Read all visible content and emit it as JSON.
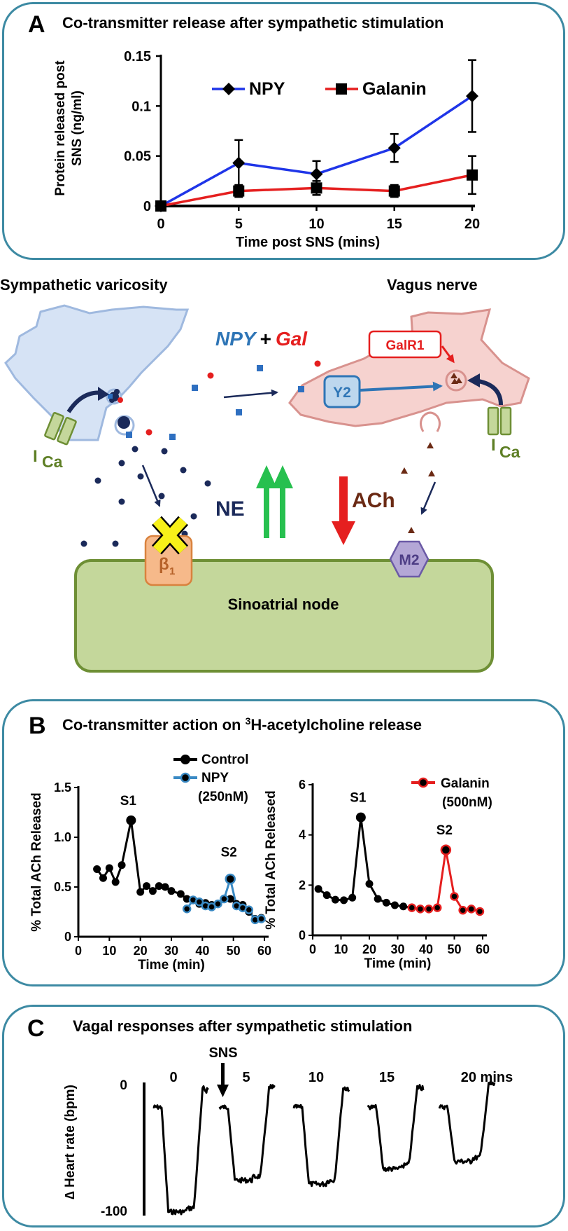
{
  "colors": {
    "panel_border": "#3d8aa3",
    "npy": "#1f35e8",
    "galanin": "#e51f1f",
    "control": "#000000",
    "npy_marker_outline": "#3a8ac4",
    "galanin_marker_outline": "#e51f1f",
    "sympathetic_fill": "#d6e3f5",
    "sympathetic_edge": "#9fb9df",
    "vagus_fill": "#f6d2cf",
    "vagus_edge": "#d8928e",
    "sa_node_fill": "#c4d79b",
    "sa_node_edge": "#6e8f35",
    "ne_dot": "#1b2a5a",
    "npy_square": "#2e6fc0",
    "gal_dot": "#e51f1f",
    "green_arrow": "#27c04f",
    "red_arrow": "#e51f1f",
    "ach_triangle": "#6b2a14",
    "beta1_fill": "#f6b98a",
    "beta1_edge": "#d9823e",
    "m2_fill": "#b4a7d6",
    "m2_edge": "#6b5aa6",
    "y2_fill": "#bdd7ee",
    "y2_edge": "#2e75b6",
    "yellow_x": "#f7f019"
  },
  "panel_a": {
    "letter": "A",
    "title": "Co-transmitter release after sympathetic stimulation",
    "chart_data": {
      "type": "line",
      "x": [
        0,
        5,
        10,
        15,
        20
      ],
      "series": [
        {
          "name": "NPY",
          "values": [
            0,
            0.043,
            0.032,
            0.058,
            0.11
          ],
          "errors": [
            0,
            0.023,
            0.013,
            0.014,
            0.036
          ],
          "marker": "diamond"
        },
        {
          "name": "Galanin",
          "values": [
            0,
            0.015,
            0.018,
            0.015,
            0.031
          ],
          "errors": [
            0,
            0.006,
            0.007,
            0.006,
            0.019
          ],
          "marker": "square"
        }
      ],
      "xlabel": "Time post SNS (mins)",
      "ylabel": "Protein released post SNS (ng/ml)",
      "ylabel_lines": [
        "Protein released post",
        "SNS (ng/ml)"
      ],
      "xticks": [
        "0",
        "5",
        "10",
        "15",
        "20"
      ],
      "yticks": [
        "0",
        "0.05",
        "0.1",
        "0.15"
      ],
      "ytick_values": [
        0,
        0.05,
        0.1,
        0.15
      ],
      "xlim": [
        0,
        20
      ],
      "ylim": [
        0,
        0.15
      ],
      "legend": "top"
    }
  },
  "diagram": {
    "sympathetic_label": "Sympathetic varicosity",
    "vagus_label": "Vagus nerve",
    "npy_label": "NPY",
    "plus": "+",
    "gal_label": "Gal",
    "galr1_label": "GalR1",
    "y2_label": "Y2",
    "ica_main": "I",
    "ica_sub": "Ca",
    "ne_label": "NE",
    "ach_label": "ACh",
    "beta_main": "β",
    "beta_sub": "1",
    "m2_label": "M2",
    "sa_node_label": "Sinoatrial node"
  },
  "panel_b": {
    "letter": "B",
    "title_pre": "Co-transmitter action on ",
    "title_sup": "3",
    "title_post": "H-acetylcholine release",
    "chart_data": [
      {
        "type": "line",
        "ylabel": "% Total ACh Released",
        "xlabel": "Time (min)",
        "xlim": [
          0,
          60
        ],
        "ylim": [
          0,
          1.5
        ],
        "xticks": [
          "0",
          "10",
          "20",
          "30",
          "40",
          "50",
          "60"
        ],
        "yticks": [
          "0",
          "0.5",
          "1.0",
          "1.5"
        ],
        "ytick_values": [
          0,
          0.5,
          1.0,
          1.5
        ],
        "annotations": [
          "S1",
          "S2"
        ],
        "legend_labels": [
          "Control",
          "NPY",
          "(250nM)"
        ],
        "series": [
          {
            "name": "Control",
            "x": [
              6,
              8,
              10,
              12,
              14,
              17,
              20,
              22,
              24,
              26,
              28,
              30,
              33,
              35,
              37,
              39,
              41,
              43,
              45,
              47,
              49,
              51,
              53,
              55,
              57,
              59
            ],
            "values": [
              0.68,
              0.59,
              0.69,
              0.55,
              0.72,
              1.17,
              0.45,
              0.51,
              0.46,
              0.51,
              0.5,
              0.46,
              0.43,
              0.38,
              0.37,
              0.33,
              0.34,
              0.32,
              0.33,
              0.38,
              0.38,
              0.33,
              0.32,
              0.25,
              0.18,
              0.19
            ]
          },
          {
            "name": "NPY",
            "x": [
              35,
              37,
              39,
              41,
              43,
              45,
              47,
              49,
              51,
              53,
              55,
              57,
              59
            ],
            "values": [
              0.28,
              0.37,
              0.35,
              0.31,
              0.3,
              0.33,
              0.38,
              0.58,
              0.31,
              0.29,
              0.27,
              0.17,
              0.18
            ]
          }
        ]
      },
      {
        "type": "line",
        "ylabel": "% Total ACh Released",
        "xlabel": "Time (min)",
        "xlim": [
          0,
          60
        ],
        "ylim": [
          0,
          6
        ],
        "xticks": [
          "0",
          "10",
          "20",
          "30",
          "40",
          "50",
          "60"
        ],
        "yticks": [
          "0",
          "2",
          "4",
          "6"
        ],
        "ytick_values": [
          0,
          2,
          4,
          6
        ],
        "annotations": [
          "S1",
          "S2"
        ],
        "legend_labels": [
          "Galanin",
          "(500nM)"
        ],
        "series": [
          {
            "name": "Control",
            "x": [
              2,
              5,
              8,
              11,
              14,
              17,
              20,
              23,
              26,
              29,
              32
            ],
            "values": [
              1.85,
              1.6,
              1.42,
              1.4,
              1.5,
              4.7,
              2.05,
              1.45,
              1.3,
              1.2,
              1.15
            ]
          },
          {
            "name": "Galanin",
            "x": [
              35,
              38,
              41,
              44,
              47,
              50,
              53,
              56,
              59
            ],
            "values": [
              1.1,
              1.05,
              1.05,
              1.1,
              3.4,
              1.55,
              1.0,
              1.05,
              0.95
            ]
          }
        ]
      }
    ]
  },
  "panel_c": {
    "letter": "C",
    "title": "Vagal responses after sympathetic stimulation",
    "sns_label": "SNS",
    "time_labels": [
      "0",
      "5",
      "10",
      "15",
      "20 mins"
    ],
    "ylabel": "∆ Heart rate (bpm)",
    "yticks": [
      "0",
      "-100"
    ],
    "chart_data": {
      "type": "line",
      "ylabel": "∆ Heart rate (bpm)",
      "ylim": [
        -100,
        0
      ],
      "traces": [
        {
          "name": "0",
          "min_hr_change": -97,
          "recovery": 0
        },
        {
          "name": "5",
          "min_hr_change": -72,
          "recovery": 1
        },
        {
          "name": "10",
          "min_hr_change": -75,
          "recovery": 1
        },
        {
          "name": "15",
          "min_hr_change": -63,
          "recovery": 2
        },
        {
          "name": "20 mins",
          "min_hr_change": -57,
          "recovery": 4
        }
      ]
    }
  }
}
